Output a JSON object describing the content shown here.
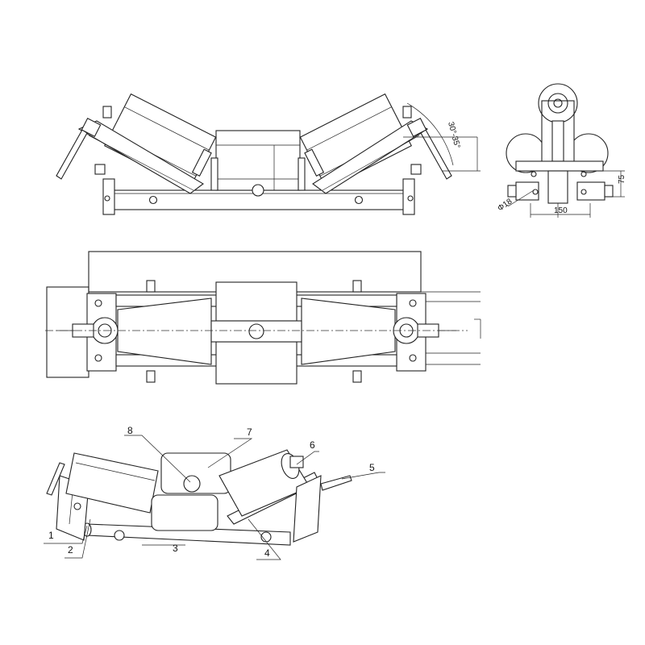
{
  "dimensions": {
    "angle": "30°-35°",
    "width": "150",
    "height": "75",
    "diameter": "Φ18"
  },
  "callouts": [
    "1",
    "2",
    "3",
    "4",
    "5",
    "6",
    "7",
    "8"
  ],
  "colors": {
    "line": "#222222",
    "background": "#ffffff"
  }
}
